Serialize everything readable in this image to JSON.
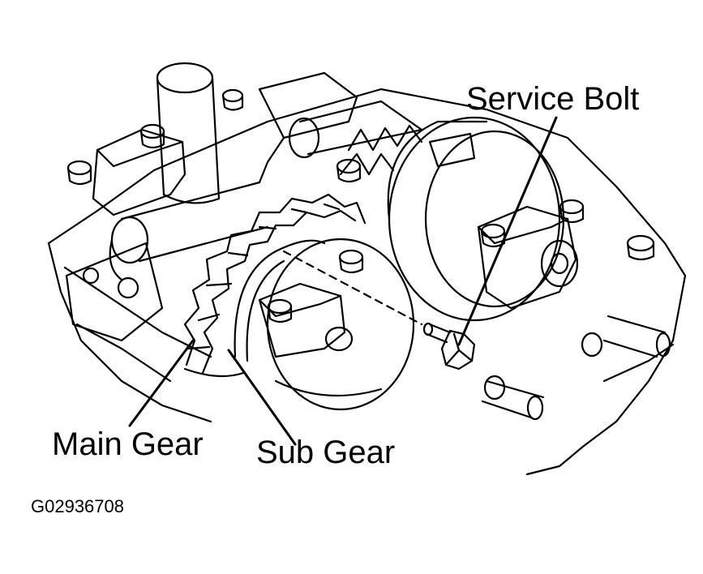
{
  "labels": {
    "service_bolt": "Service Bolt",
    "main_gear": "Main Gear",
    "sub_gear": "Sub Gear"
  },
  "figure_id": "G02936708",
  "colors": {
    "ink": "#000000",
    "paper": "#ffffff"
  }
}
